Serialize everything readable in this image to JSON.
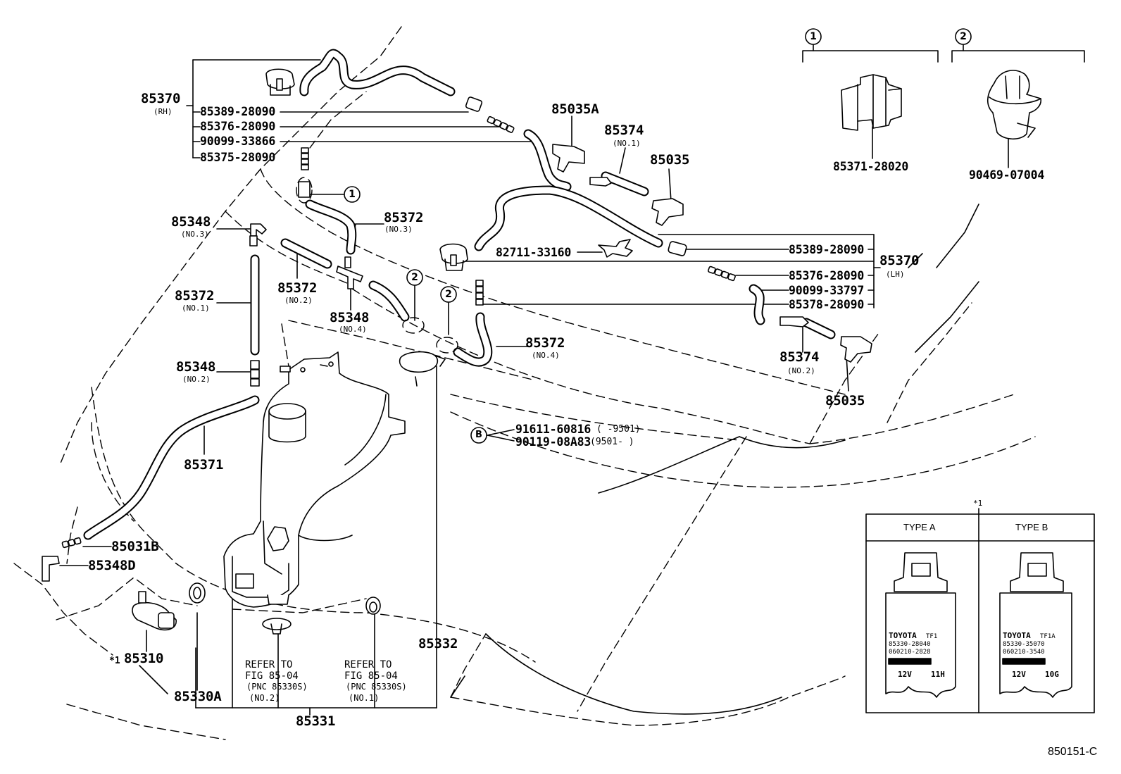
{
  "labels": {
    "p85370_rh": "85370",
    "rh": "(RH)",
    "rh_1": "85389-28090",
    "rh_2": "85376-28090",
    "rh_3": "90099-33866",
    "rh_4": "85375-28090",
    "p85035a": "85035A",
    "p85374_1": "85374",
    "no1_a": "(NO.1)",
    "p85035_top": "85035",
    "p85348_3": "85348",
    "no3_a": "(NO.3)",
    "p85372_3": "85372",
    "no3_b": "(NO.3)",
    "p85372_1": "85372",
    "no1_b": "(NO.1)",
    "p85372_2": "85372",
    "no2_a": "(NO.2)",
    "p85348_4": "85348",
    "no4_a": "(NO.4)",
    "p85348_2": "85348",
    "no2_b": "(NO.2)",
    "p85371": "85371",
    "p82711": "82711-33160",
    "lh_1": "85389-28090",
    "p85370_lh": "85370",
    "lh": "(LH)",
    "lh_2": "85376-28090",
    "lh_3": "90099-33797",
    "lh_4": "85378-28090",
    "p85372_4": "85372",
    "no4_b": "(NO.4)",
    "p85374_2": "85374",
    "no2_c": "(NO.2)",
    "p85035_bot": "85035",
    "p91611": "91611-60816",
    "p91611_range": "(  -9501)",
    "p90119": "90119-08A83",
    "p90119_range": "(9501-  )",
    "b_mark": "B",
    "p85031b": "85031B",
    "p85348d": "85348D",
    "p85310": "85310",
    "star1": "*1",
    "p85330a": "85330A",
    "p85331": "85331",
    "p85332": "85332",
    "refer_left_1": "REFER TO",
    "refer_left_2": "FIG 85-04",
    "refer_left_3": "(PNC 85330S)",
    "refer_left_4": "(NO.2)",
    "refer_right_1": "REFER TO",
    "refer_right_2": "FIG 85-04",
    "refer_right_3": "(PNC 85330S)",
    "refer_right_4": "(NO.1)",
    "c1_top": "1",
    "c1_mid": "1",
    "c2_top": "2",
    "c2_a": "2",
    "c2_b": "2",
    "p85371_28020": "85371-28020",
    "p90469": "90469-07004",
    "figure_id": "850151-C"
  },
  "inset": {
    "star": "*1",
    "type_a": "TYPE A",
    "type_b": "TYPE B",
    "a_brand": "TOYOTA",
    "a_code": "TF1",
    "a_pn1": "85330-28040",
    "a_pn2": "060210-2828",
    "a_volt": "12V",
    "a_amp": "11H",
    "b_brand": "TOYOTA",
    "b_code": "TF1A",
    "b_pn1": "85330-35070",
    "b_pn2": "060210-3540",
    "b_volt": "12V",
    "b_amp": "10G"
  }
}
